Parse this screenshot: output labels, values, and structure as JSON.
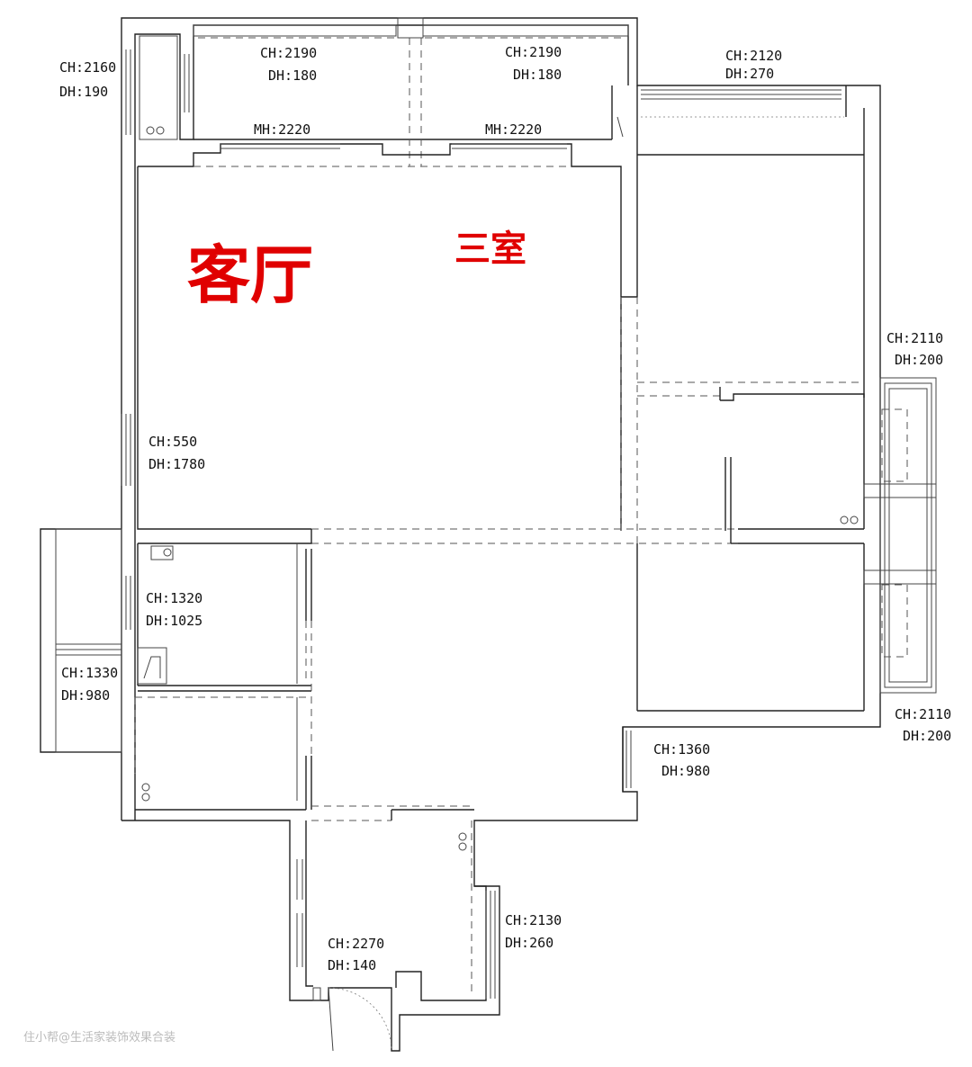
{
  "rooms": {
    "living": "客厅",
    "third": "三室"
  },
  "dims": {
    "d01a": "CH:2160",
    "d01b": "DH:190",
    "d02a": "CH:2190",
    "d02b": "DH:180",
    "d03a": "CH:2190",
    "d03b": "DH:180",
    "d04a": "CH:2120",
    "d04b": "DH:270",
    "d05": "MH:2220",
    "d06": "MH:2220",
    "d07a": "CH:2110",
    "d07b": "DH:200",
    "d08a": "CH:550",
    "d08b": "DH:1780",
    "d09a": "CH:1320",
    "d09b": "DH:1025",
    "d10a": "CH:1330",
    "d10b": "DH:980",
    "d11a": "CH:1360",
    "d11b": "DH:980",
    "d12a": "CH:2110",
    "d12b": "DH:200",
    "d13a": "CH:2130",
    "d13b": "DH:260",
    "d14a": "CH:2270",
    "d14b": "DH:140"
  },
  "watermark": "住小帮@生活家装饰效果合装"
}
